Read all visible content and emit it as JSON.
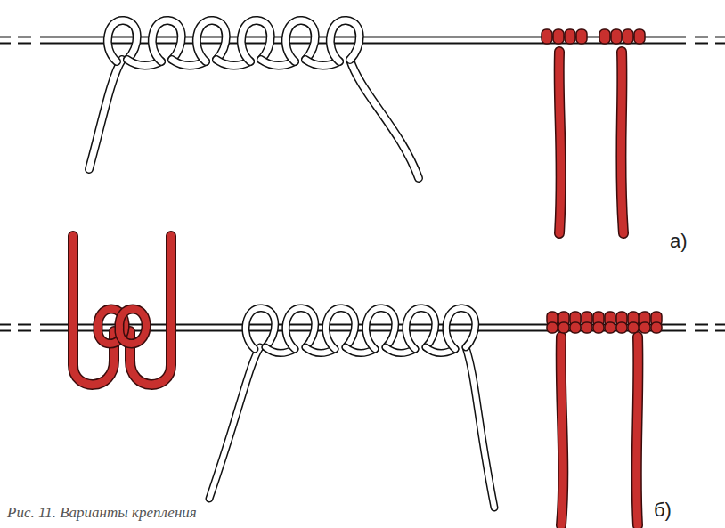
{
  "diagram": {
    "caption": "Рис. 11. Варианты крепления",
    "labels": [
      "а)",
      "б)"
    ]
  }
}
